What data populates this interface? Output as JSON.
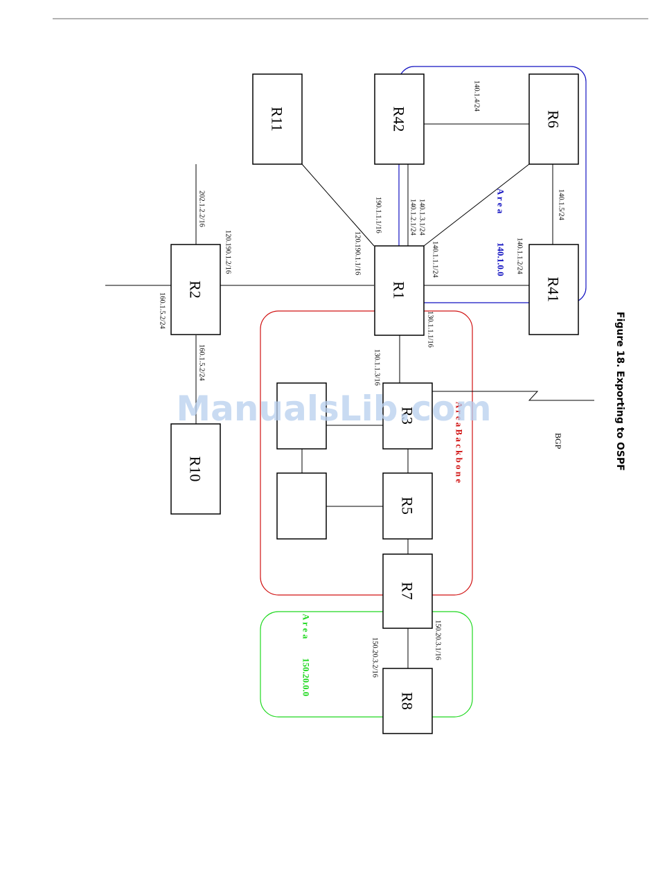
{
  "caption": "Figure 18.  Exporting to OSPF",
  "watermark": "ManualsLib.com",
  "routers": {
    "r11": "R11",
    "r42": "R42",
    "r6": "R6",
    "r41": "R41",
    "r1": "R1",
    "r2": "R2",
    "r10": "R10",
    "r3": "R3",
    "r5": "R5",
    "r7": "R7",
    "r8": "R8"
  },
  "links": {
    "r42_r6": "140.1.4/24",
    "r6_r41": "140.1.5/24",
    "r41_side": "140.1.1.2/24",
    "r1_r41": "140.1.1.1/24",
    "r1_r42_a": "140.1.3.1/24",
    "r1_r42_b": "140.1.2.1/24",
    "r1_r11": "190.1.1.1/16",
    "r1_r2": "120.190.1.1/16",
    "r2_r1": "120.190.1.2/16",
    "r2_up": "202.1.2.2/16",
    "r2_down": "160.1.5.2/24",
    "r2_r10": "160.1.5.2/24",
    "r1_r3": "130.1.1.1/16",
    "r3_r1": "130.1.1.3/16",
    "r7_r8": "150.20.3.1/16",
    "r8_r7": "150.20.3.2/16",
    "bgp": "BGP"
  },
  "areas": {
    "a140_word": "A r e a",
    "a140_num": "140.1.0.0",
    "backbone": "A r e a   B a c k b o n e",
    "a150_word": "A r e a",
    "a150_num": "150.20.0.0"
  },
  "colors": {
    "area140": "#1010c0",
    "backbone": "#d01010",
    "area150": "#1ed81e"
  }
}
